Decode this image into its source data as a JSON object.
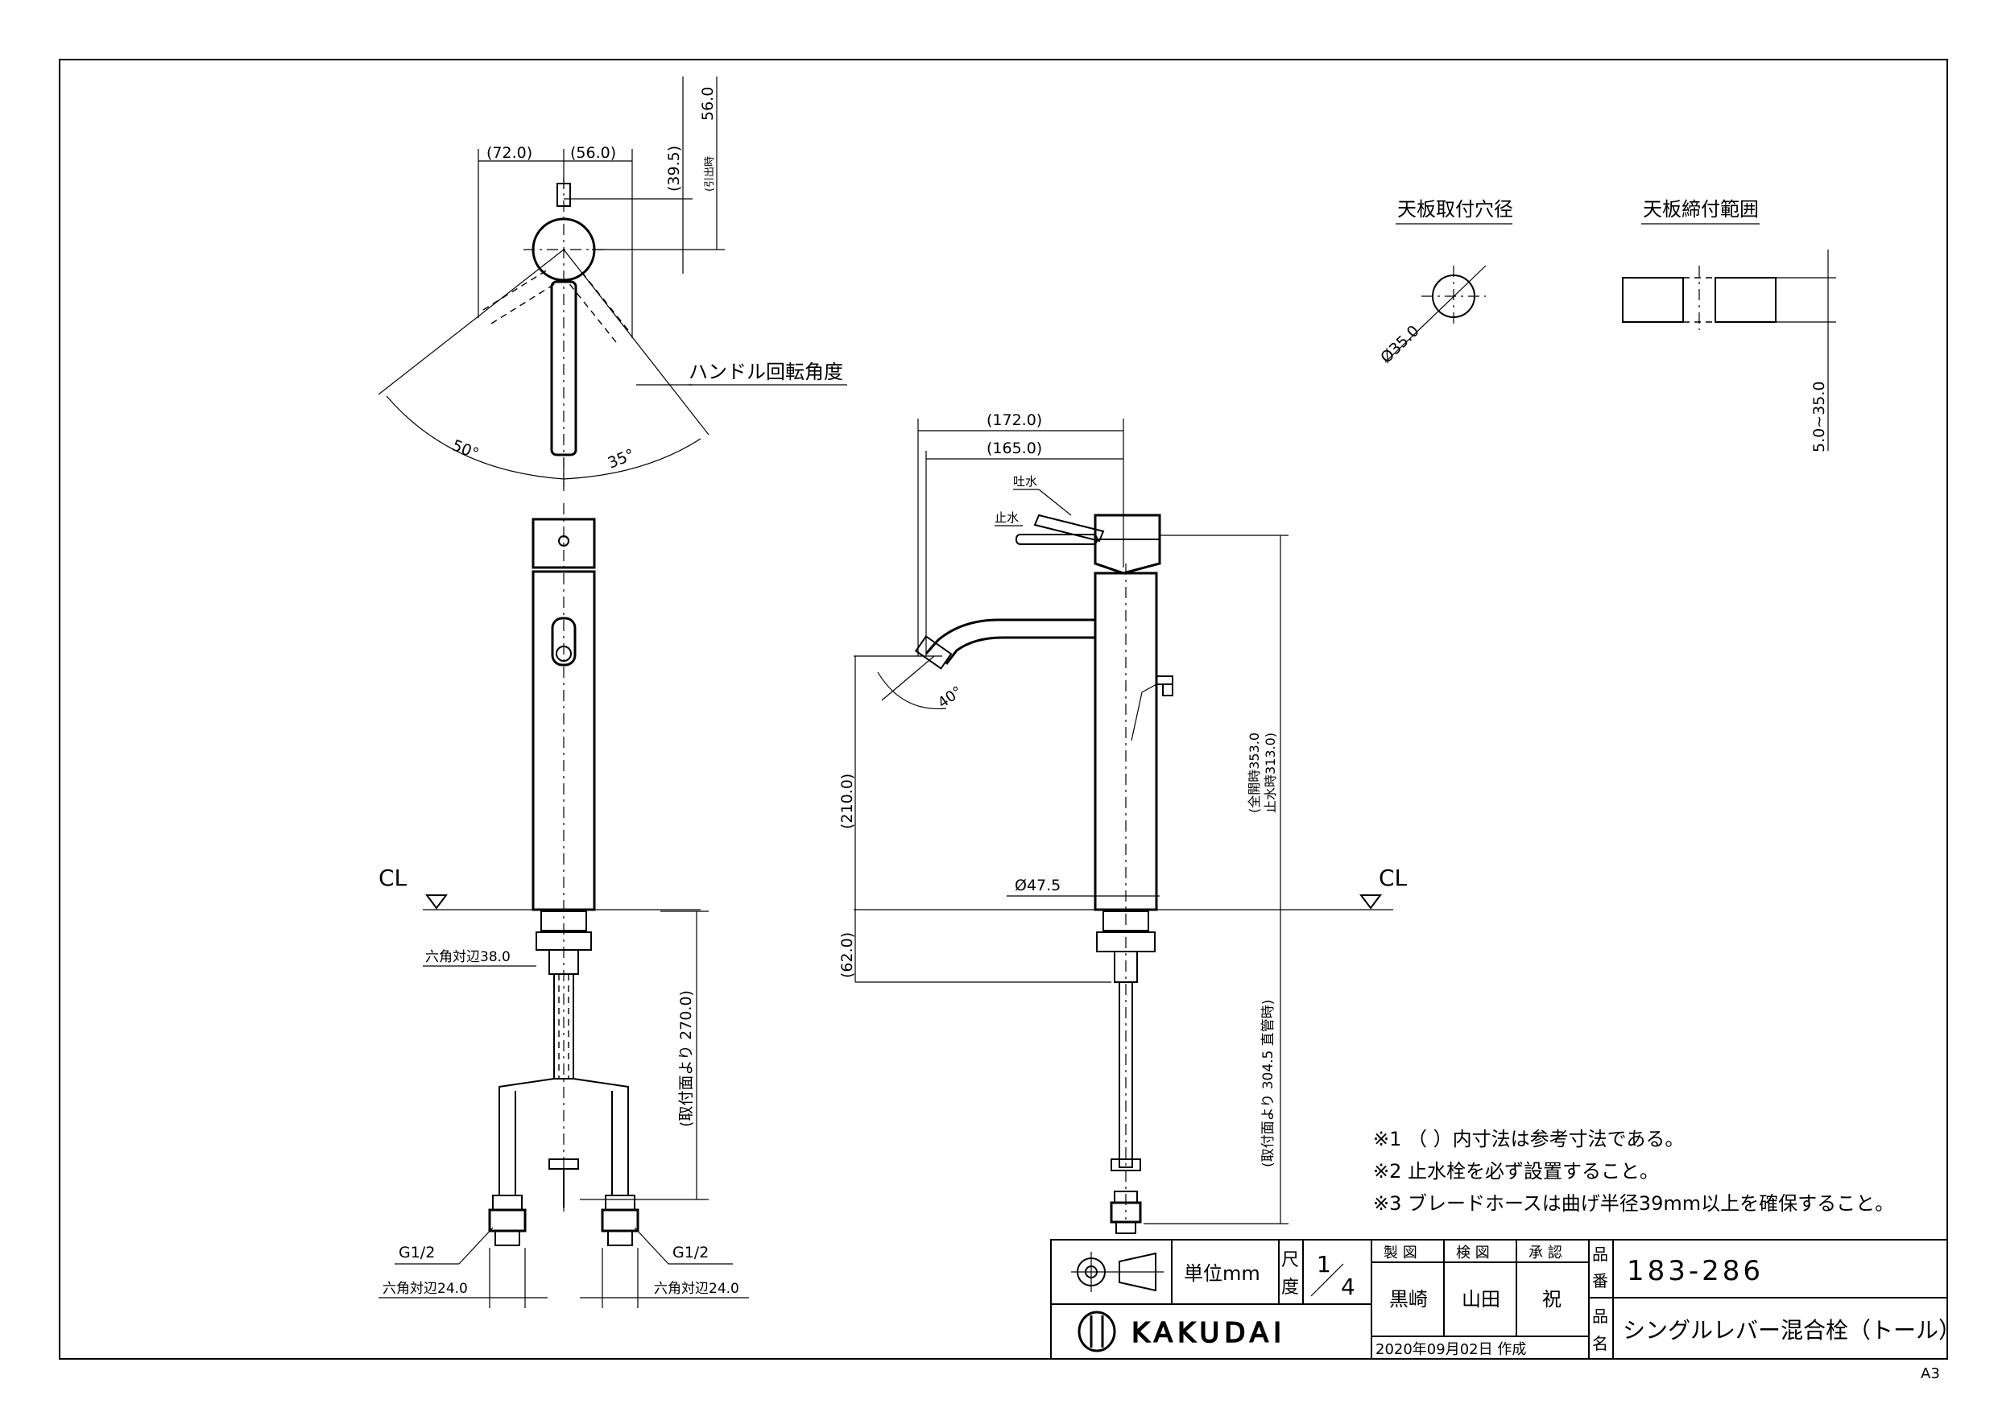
{
  "sheet": {
    "size_code": "A3"
  },
  "top_view": {
    "dim_left": "(72.0)",
    "dim_right": "(56.0)",
    "dim_height": "(39.5)",
    "dim_pull": "56.0",
    "pull_note": "(引出時",
    "handle_label": "ハンドル回転角度",
    "angle_left": "50°",
    "angle_right": "35°"
  },
  "front_view": {
    "cl_label": "CL",
    "hex_top": "六角対辺38.0",
    "length_label": "(取付面より 270.0)",
    "g_left": "G1/2",
    "g_right": "G1/2",
    "hex_left": "六角対辺24.0",
    "hex_right": "六角対辺24.0"
  },
  "side_view": {
    "dim_172": "(172.0)",
    "dim_165": "(165.0)",
    "label_out": "吐水",
    "label_stop": "止水",
    "angle": "40°",
    "dim_210": "(210.0)",
    "dim_62": "(62.0)",
    "dia": "Ø47.5",
    "cl_label": "CL",
    "height_full": "(全開時353.0",
    "height_stop": "止水時313.0)",
    "length_below": "(取付面より 304.5 直管時)"
  },
  "hole_detail": {
    "title": "天板取付穴径",
    "dia": "Ø35.0"
  },
  "clamp_detail": {
    "title": "天板締付範囲",
    "range": "5.0~35.0"
  },
  "notes": [
    "※1 （ ）内寸法は参考寸法である。",
    "※2 止水栓を必ず設置すること。",
    "※3 ブレードホースは曲げ半径39mm以上を確保すること。"
  ],
  "title_block": {
    "unit_label": "単位mm",
    "scale_label_1": "尺",
    "scale_label_2": "度",
    "scale_num": "1",
    "scale_den": "4",
    "col_draw": "製 図",
    "col_check": "検 図",
    "col_approve": "承 認",
    "name_draw": "黒崎",
    "name_check": "山田",
    "name_approve": "祝",
    "date": "2020年09月02日 作成",
    "part_no_label_1": "品",
    "part_no_label_2": "番",
    "part_no": "183-286",
    "part_name_label_1": "品",
    "part_name_label_2": "名",
    "part_name": "シングルレバー混合栓（トール）",
    "brand": "KAKUDAI"
  }
}
